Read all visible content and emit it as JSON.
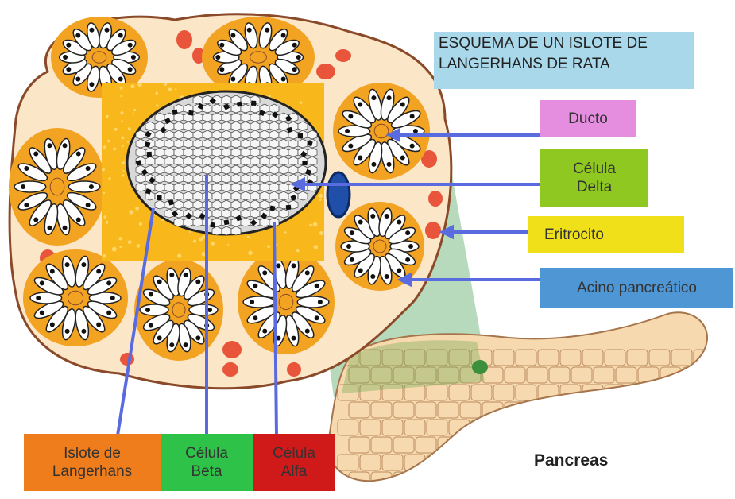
{
  "title": "ESQUEMA DE UN ISLOTE DE\nLANGERHANS DE RATA",
  "labels": {
    "ducto": "Ducto",
    "celula_delta": "Célula\nDelta",
    "eritrocito": "Eritrocito",
    "acino": "Acino pancreático",
    "islote": "Islote de\nLangerhans",
    "celula_beta": "Célula\nBeta",
    "celula_alfa": "Célula\nAlfa"
  },
  "pancreas_caption": "Pancreas",
  "colors": {
    "ducto_box": "#e58ee0",
    "delta_box": "#8fc820",
    "eritrocito_box": "#f0e01a",
    "acino_box": "#4f96d4",
    "islote_box": "#f07d1c",
    "beta_box": "#2fc248",
    "alfa_box": "#d01a1a",
    "title_box": "#a9d8ea",
    "arrow": "#5a6be0",
    "tissue_fill": "#fbe7c8",
    "tissue_edge": "#8a4a2a",
    "acinus_orange": "#f3a322",
    "erythrocyte": "#e8553a",
    "islet_halo": "#f8b81c"
  }
}
